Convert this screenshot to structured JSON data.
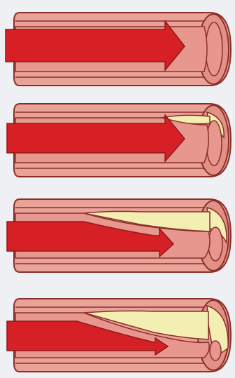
{
  "figure": {
    "type": "illustration",
    "panel_count": 4,
    "panels": [
      {
        "plaque_fraction": 0.0
      },
      {
        "plaque_fraction": 0.25
      },
      {
        "plaque_fraction": 0.55
      },
      {
        "plaque_fraction": 0.85
      }
    ],
    "colors": {
      "background": "#eef0f3",
      "vessel_wall": "#e9a298",
      "vessel_inner": "#e39086",
      "lumen": "#e7978d",
      "wall_outline": "#8b2f2a",
      "blood_flow": "#d62026",
      "plaque": "#f3eeb2",
      "plaque_outline": "#b8ad6e"
    }
  }
}
